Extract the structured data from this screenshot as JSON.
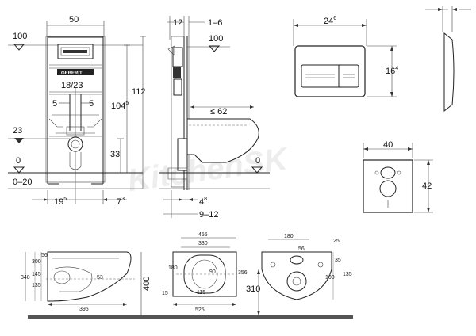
{
  "watermark": "KitchenSK",
  "logo_text": "GEBERIT",
  "front_view": {
    "width": "50",
    "level_top": "100",
    "level_23": "23",
    "level_0": "0",
    "floor_range": "0–20",
    "height_total": "112",
    "height_1045": "104",
    "height_1045_sup": "5",
    "height_33": "33",
    "spacing": "18/23",
    "offset_left": "5",
    "offset_right": "5",
    "bottom_left": "19",
    "bottom_left_sup": "5",
    "bottom_right": "7",
    "bottom_right_sup": "3"
  },
  "side_view": {
    "dim_12": "12",
    "dim_1_6": "1–6",
    "level_top": "100",
    "max_depth": "≤ 62",
    "level_0": "0",
    "dim_48": "4",
    "dim_48_sup": "8",
    "dim_9_12": "9–12"
  },
  "flush_plate": {
    "width": "24",
    "width_sup": "6",
    "height": "16",
    "height_sup": "4"
  },
  "cover_plate": {
    "width": "40",
    "height": "42"
  },
  "bowl_side": {
    "height_348": "348",
    "h_300": "300",
    "h_145": "145",
    "h_135": "135",
    "h_56": "56",
    "d_53": "53",
    "length": "395",
    "mount_height": "400"
  },
  "bowl_top": {
    "w_455": "455",
    "w_330": "330",
    "h_180": "180",
    "h_90": "90",
    "h_356": "356",
    "h_15": "15",
    "w_115": "115",
    "length": "525"
  },
  "bowl_back": {
    "w_180": "180",
    "r_25": "25",
    "d_56": "56",
    "h_35": "35",
    "h_100": "100",
    "h_135": "135",
    "floor": "310"
  }
}
